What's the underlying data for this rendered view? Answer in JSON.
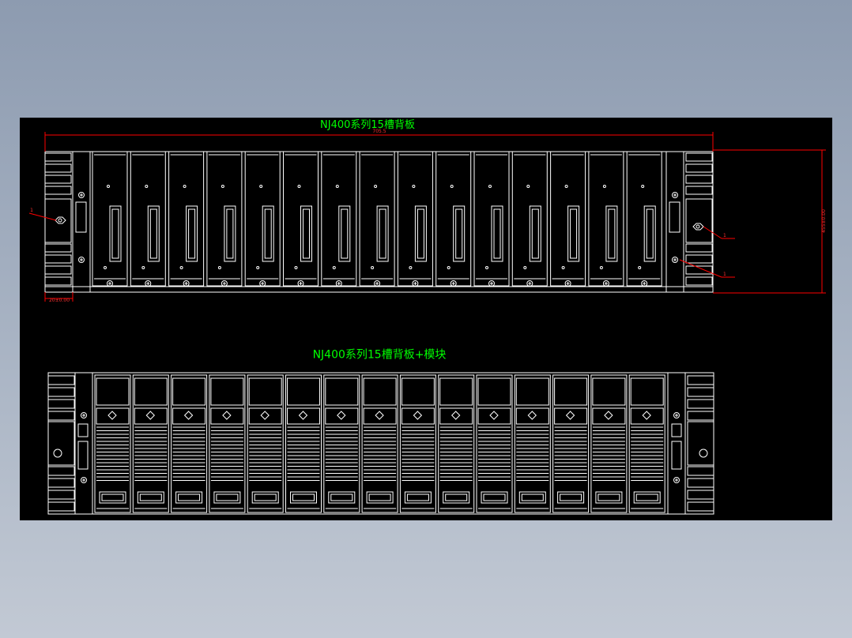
{
  "drawing": {
    "title_top": "NJ400系列15槽背板",
    "title_bottom": "NJ400系列15槽背板+模块",
    "dim_width": "705.5",
    "dim_height": "455±0.00",
    "dim_offset": "20±0.00",
    "leader_mark": "1"
  },
  "colors": {
    "viewport": "#000000",
    "lines": "#ffffff",
    "titles": "#00ff00",
    "dimensions": "#ff0000"
  },
  "slot_count": 15
}
